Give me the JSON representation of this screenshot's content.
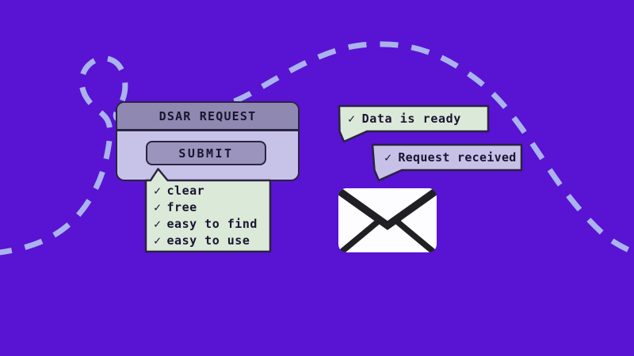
{
  "illustration": {
    "description": "DSAR request flow illustration",
    "window": {
      "title": "DSAR REQUEST",
      "submit_label": "SUBMIT"
    },
    "checklist": {
      "items": [
        "clear",
        "free",
        "easy to find",
        "easy to use"
      ]
    },
    "bubbles": {
      "data_ready": "Data is ready",
      "request_received": "Request received"
    }
  },
  "glyphs": {
    "check": "✓"
  },
  "icons": {
    "envelope": "envelope-icon",
    "checkmark": "checkmark-icon",
    "journey_path": "dashed-journey-path"
  },
  "colors": {
    "background": "#5913d3",
    "dash": "#a9b4ef",
    "dark": "#2a2342",
    "text": "#1a1430",
    "titlebar": "#8f89b2",
    "window_body": "#c7c2e7",
    "button": "#9b94bd",
    "mint": "#dbe9d9",
    "lavender": "#c7c1e8",
    "white": "#fdfdff",
    "envelope_ink": "#202024"
  }
}
